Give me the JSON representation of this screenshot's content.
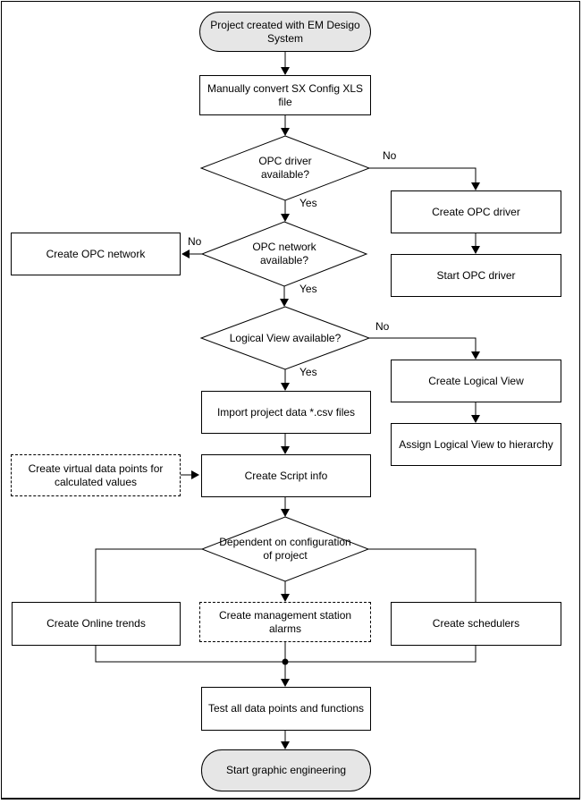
{
  "diagram": {
    "type": "flowchart",
    "nodes": {
      "start": "Project created with EM Desigo System",
      "convert": "Manually convert SX Config XLS file",
      "opc_driver_q": "OPC driver available?",
      "create_opc_driver": "Create OPC driver",
      "start_opc_driver": "Start OPC driver",
      "opc_network_q": "OPC network available?",
      "create_opc_network": "Create OPC network",
      "logical_view_q": "Logical View available?",
      "create_logical_view": "Create Logical View",
      "assign_logical_view": "Assign Logical View to hierarchy",
      "import_data": "Import project data *.csv files",
      "virtual_points": "Create virtual data points for calculated values",
      "script_info": "Create Script info",
      "dependent_q": "Dependent on configuration of project",
      "online_trends": "Create Online trends",
      "alarms": "Create management station alarms",
      "schedulers": "Create schedulers",
      "test_points": "Test all data points and functions",
      "end": "Start graphic engineering"
    },
    "edge_labels": {
      "opc_driver_no": "No",
      "opc_driver_yes": "Yes",
      "opc_network_no": "No",
      "opc_network_yes": "Yes",
      "logical_view_no": "No",
      "logical_view_yes": "Yes"
    },
    "colors": {
      "line": "#000000",
      "terminator_fill": "#e6e6e6",
      "node_fill": "#ffffff",
      "background": "#ffffff"
    }
  }
}
